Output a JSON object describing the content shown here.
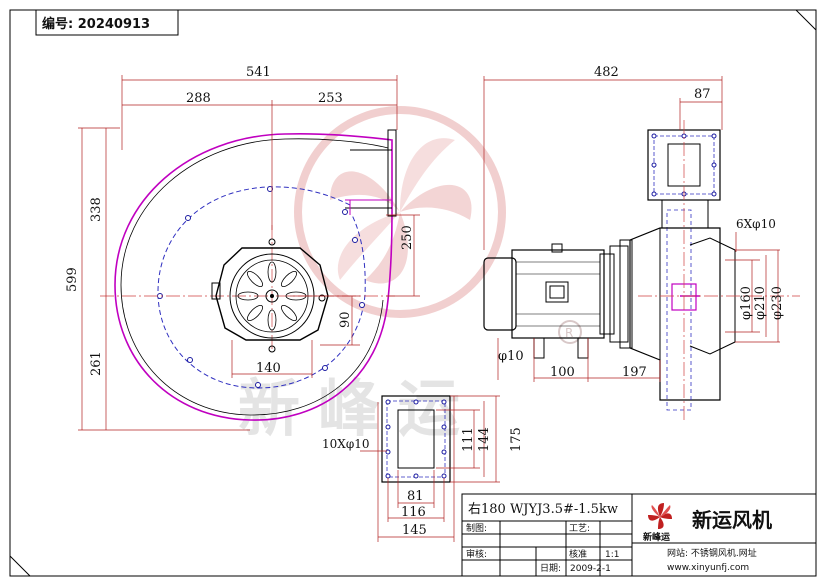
{
  "serial": "编号: 20240913",
  "dimensions": {
    "d541": "541",
    "d288": "288",
    "d253": "253",
    "d338": "338",
    "d599": "599",
    "d261": "261",
    "d250": "250",
    "d90": "90",
    "d140": "140",
    "d482": "482",
    "d87": "87",
    "d6x10": "6Xφ10",
    "d160": "φ160",
    "d210": "φ210",
    "d230": "φ230",
    "d10": "φ10",
    "d100": "100",
    "d197": "197",
    "d10x10": "10Xφ10",
    "d111": "111",
    "d144": "144",
    "d175": "175",
    "d81": "81",
    "d116": "116",
    "d145": "145"
  },
  "watermark": "新峰运",
  "title_block": {
    "model": "右180 WJYJ3.5#-1.5kw",
    "brand": "新运风机",
    "logo_text": "新峰运",
    "website_label": "网站: 不锈钢风机.网址",
    "website_url": "www.xinyunfj.com",
    "drawn_label": "制图:",
    "review_label": "审核:",
    "process_label": "工艺:",
    "approve_label": "核准",
    "scale": "1:1",
    "date_label": "日期:",
    "date": "2009-2-1"
  },
  "colors": {
    "outline": "#000000",
    "magenta": "#c000c0",
    "dash": "#3030c0",
    "dim": "#b02020",
    "watermark": "#e6b0b0"
  }
}
